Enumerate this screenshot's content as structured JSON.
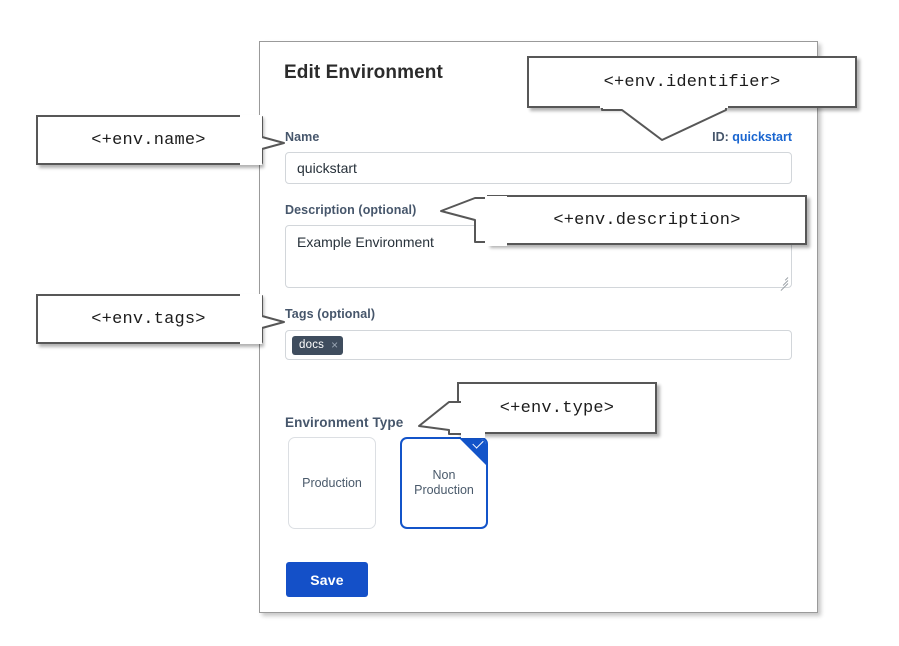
{
  "dialog": {
    "title": "Edit Environment",
    "identifier": {
      "key_label": "ID:",
      "value": "quickstart"
    },
    "fields": {
      "name": {
        "label": "Name",
        "value": "quickstart",
        "placeholder": ""
      },
      "description": {
        "label": "Description (optional)",
        "value": "Example Environment",
        "placeholder": ""
      },
      "tags": {
        "label": "Tags (optional)",
        "chips": [
          {
            "text": "docs",
            "remove_icon": "×"
          }
        ],
        "placeholder": ""
      },
      "environment_type": {
        "label": "Environment Type",
        "options": [
          {
            "label": "Production",
            "selected": false
          },
          {
            "label": "Non Production",
            "selected": true
          }
        ],
        "selected_check_icon": "check-icon"
      }
    },
    "save_label": "Save"
  },
  "callouts": {
    "name": "<+env.name>",
    "identifier": "<+env.identifier>",
    "description": "<+env.description>",
    "tags": "<+env.tags>",
    "type": "<+env.type>"
  },
  "colors": {
    "accent_blue": "#1450c8",
    "link_blue": "#1a66d0",
    "label_slate": "#46566b",
    "tag_chip_bg": "#3f4d5e",
    "panel_border": "#9a9a9a",
    "callout_border": "#575757"
  }
}
